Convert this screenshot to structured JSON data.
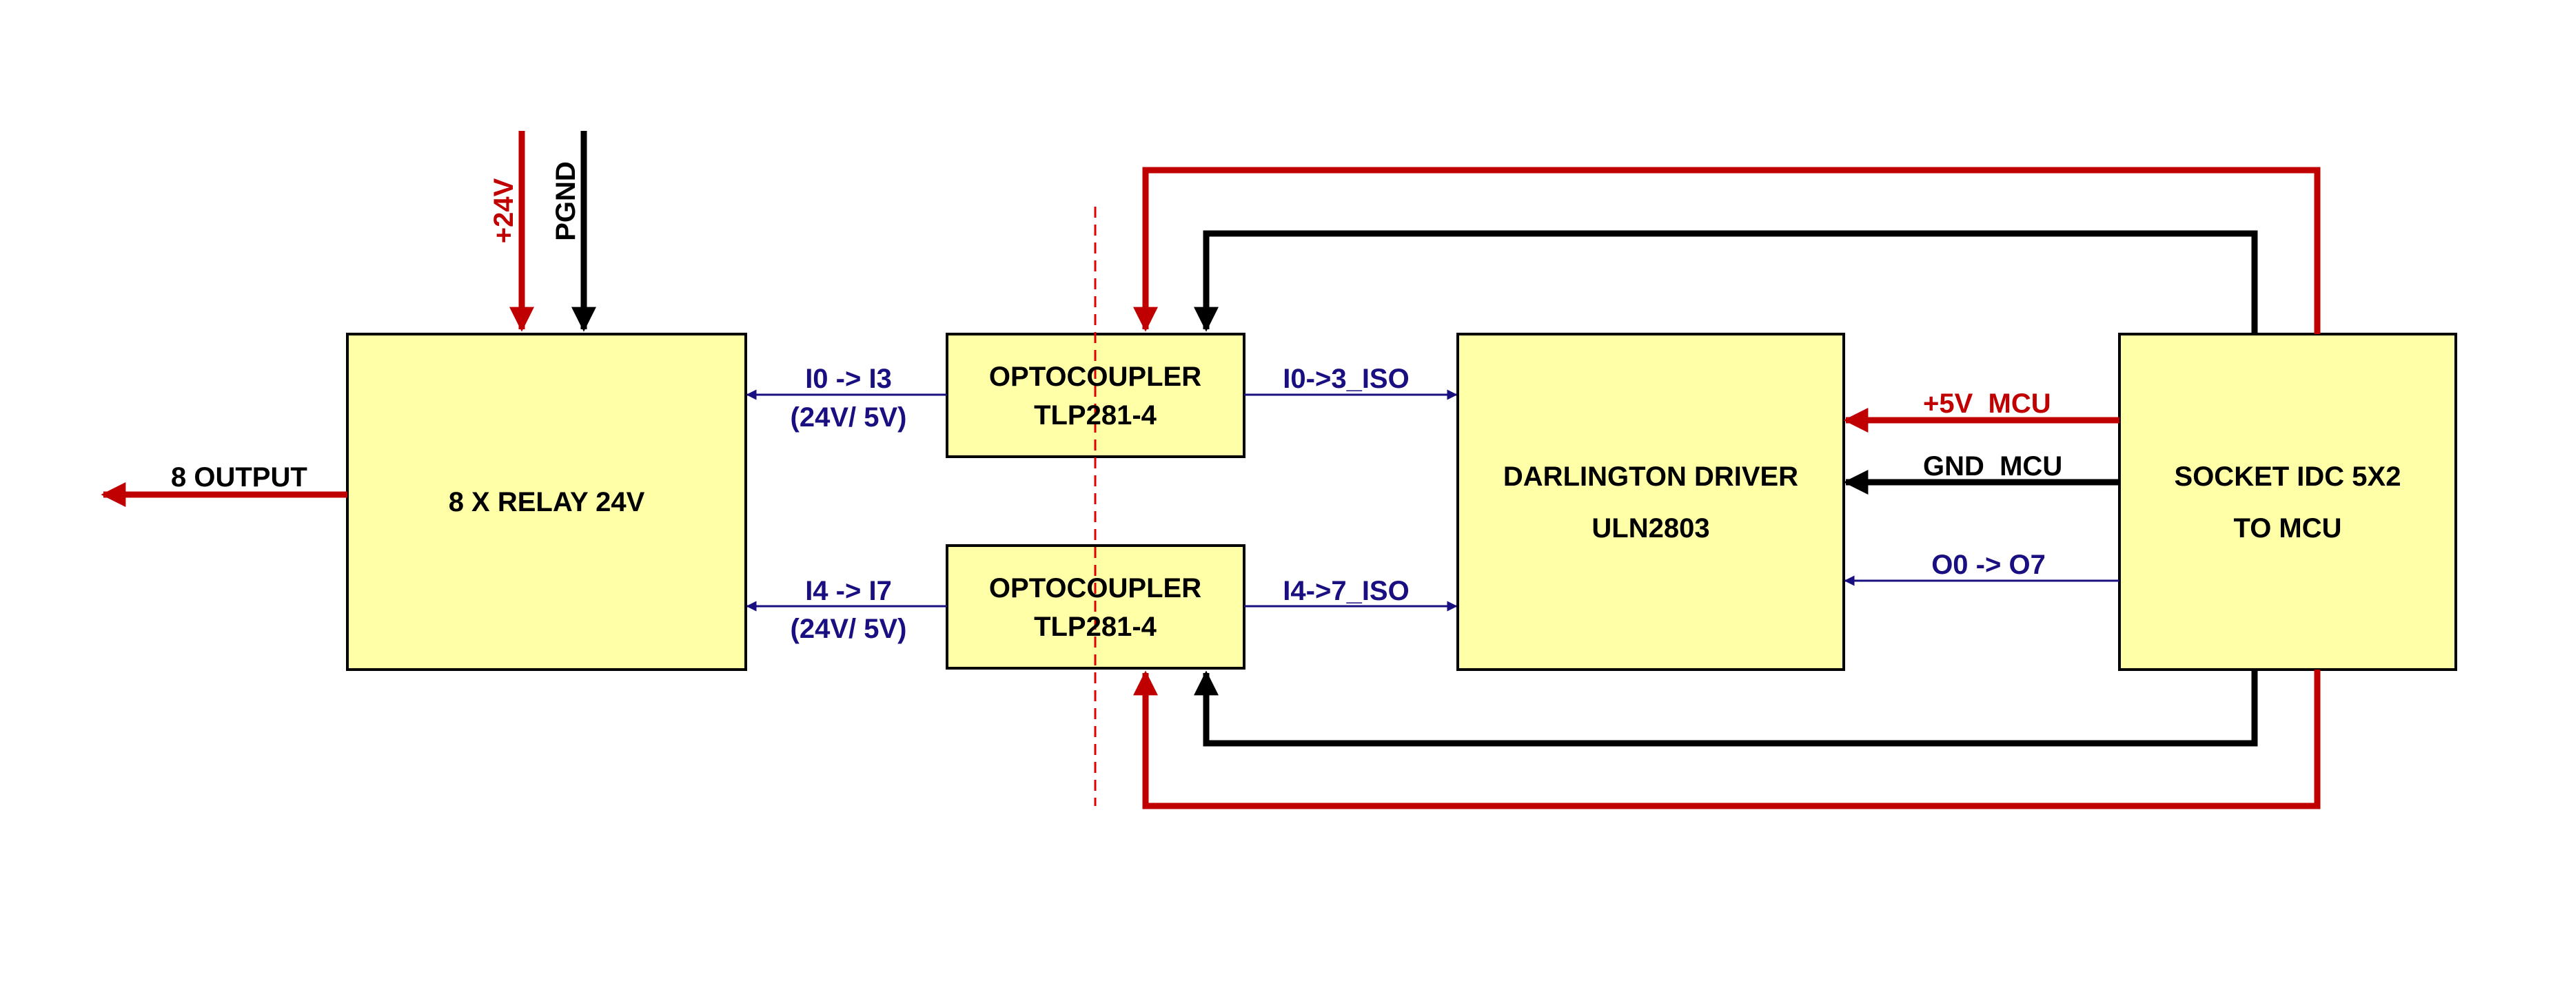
{
  "colors": {
    "box_fill": "#ffffa8",
    "power_red": "#c00000",
    "ground_black": "#000000",
    "signal_navy": "#1a0f80",
    "isolation_dashed_red": "#e00000"
  },
  "blocks": {
    "relay": {
      "label": "8 X RELAY 24V"
    },
    "opto_top": {
      "line1": "OPTOCOUPLER",
      "line2": "TLP281-4"
    },
    "opto_bottom": {
      "line1": "OPTOCOUPLER",
      "line2": "TLP281-4"
    },
    "darlington": {
      "line1": "DARLINGTON DRIVER",
      "line2": "ULN2803"
    },
    "socket": {
      "line1": "SOCKET IDC 5X2",
      "line2": "TO MCU"
    }
  },
  "signals": {
    "output": "8 OUTPUT",
    "plus24v": "+24V",
    "pgnd": "PGND",
    "i0_i3": "I0 -> I3",
    "i0_i3_level": "(24V/ 5V)",
    "i4_i7": "I4 -> I7",
    "i4_i7_level": "(24V/ 5V)",
    "i0_3_iso": "I0->3_ISO",
    "i4_7_iso": "I4->7_ISO",
    "plus5v_mcu": "+5V  MCU",
    "gnd_mcu": "GND  MCU",
    "o0_o7": "O0 -> O7"
  }
}
